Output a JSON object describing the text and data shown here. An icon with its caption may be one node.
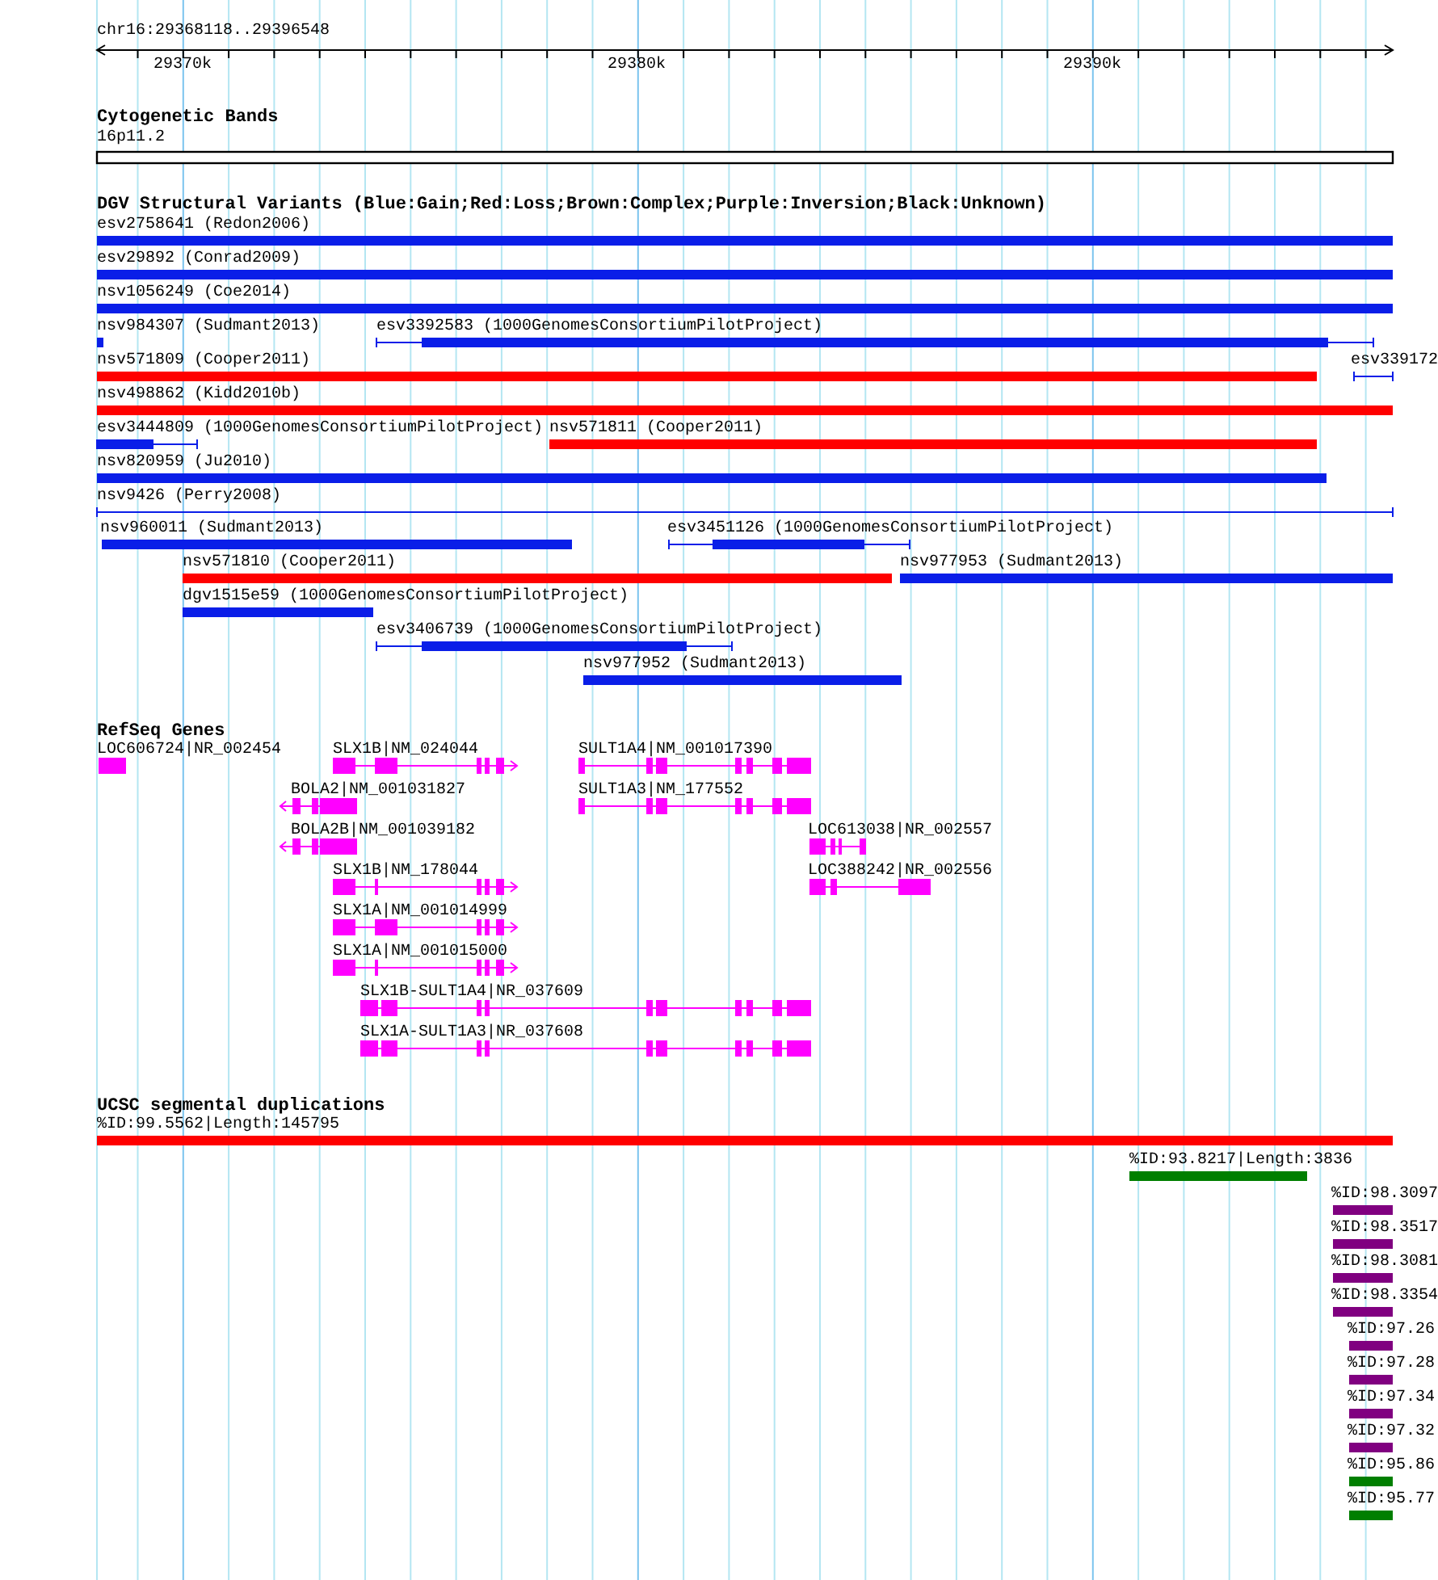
{
  "diagram": {
    "nodes": [
      {
        "text": [
          "esv2758641 (Redon2006)"
        ]
      },
      {
        "text": [
          "esv29892 (Conrad2009)"
        ]
      },
      {
        "text": [
          "nsv1056249 (Coe2014)"
        ]
      },
      {
        "text": [
          "nsv984307 (Sudmant2013)"
        ]
      },
      {
        "text": [
          "esv3392583 (1000GenomesConsortiumPilotProject)"
        ]
      },
      {
        "text": [
          "nsv571809 (Cooper2011)"
        ]
      },
      {
        "text": [
          "esv339172"
        ]
      },
      {
        "text": [
          "nsv498862 (Kidd2010b)"
        ]
      },
      {
        "text": [
          "esv3444809 (1000GenomesConsortiumPilotProject)"
        ]
      },
      {
        "text": [
          "nsv571811 (Cooper2011)"
        ]
      },
      {
        "text": [
          "nsv820959 (Ju2010)"
        ]
      },
      {
        "text": [
          "nsv9426 (Perry2008)"
        ]
      },
      {
        "text": [
          "nsv960011 (Sudmant2013)"
        ]
      },
      {
        "text": [
          "esv3451126 (1000GenomesConsortiumPilotProject)"
        ]
      },
      {
        "text": [
          "nsv571810 (Cooper2011)"
        ]
      },
      {
        "text": [
          "nsv977953 (Sudmant2013)"
        ]
      },
      {
        "text": [
          "dgv1515e59 (1000GenomesConsortiumPilotProject)"
        ]
      },
      {
        "text": [
          "esv3406739 (1000GenomesConsortiumPilotProject)"
        ]
      },
      {
        "text": [
          "nsv977952 (Sudmant2013)"
        ]
      },
      {
        "text": [
          "LOC606724|NR_002454"
        ]
      },
      {
        "text": [
          "SLX1B|NM_024044"
        ]
      },
      {
        "text": [
          "SULT1A4|NM_001017390"
        ]
      },
      {
        "text": [
          "BOLA2|NM_001031827"
        ]
      },
      {
        "text": [
          "SULT1A3|NM_177552"
        ]
      },
      {
        "text": [
          "BOLA2B|NM_001039182"
        ]
      },
      {
        "text": [
          "LOC613038|NR_002557"
        ]
      },
      {
        "text": [
          "SLX1B|NM_178044"
        ]
      },
      {
        "text": [
          "LOC388242|NR_002556"
        ]
      },
      {
        "text": [
          "SLX1A|NM_001014999"
        ]
      },
      {
        "text": [
          "SLX1A|NM_001015000"
        ]
      },
      {
        "text": [
          "SLX1B-SULT1A4|NR_037609"
        ]
      },
      {
        "text": [
          "SLX1A-SULT1A3|NR_037608"
        ]
      },
      {
        "text": [
          "%ID:99.5562|Length:145795"
        ]
      },
      {
        "text": [
          "%ID:93.8217|Length:3836"
        ]
      },
      {
        "text": [
          "%ID:98.3097"
        ]
      },
      {
        "text": [
          "%ID:98.3517"
        ]
      },
      {
        "text": [
          "%ID:98.3081"
        ]
      },
      {
        "text": [
          "%ID:98.3354"
        ]
      },
      {
        "text": [
          "%ID:97.26"
        ]
      },
      {
        "text": [
          "%ID:97.28"
        ]
      },
      {
        "text": [
          "%ID:97.34"
        ]
      },
      {
        "text": [
          "%ID:97.32"
        ]
      },
      {
        "text": [
          "%ID:95.86"
        ]
      },
      {
        "text": [
          "%ID:95.77"
        ]
      }
    ],
    "labels": [
      "chr16:29368118..29396548",
      "29370k",
      "29380k",
      "29390k",
      "Cytogenetic Bands",
      "16p11.2",
      "DGV Structural Variants (Blue:Gain;Red:Loss;Brown:Complex;Purple:Inversion;Black:Unknown)",
      "RefSeq Genes",
      "UCSC segmental duplications"
    ]
  }
}
